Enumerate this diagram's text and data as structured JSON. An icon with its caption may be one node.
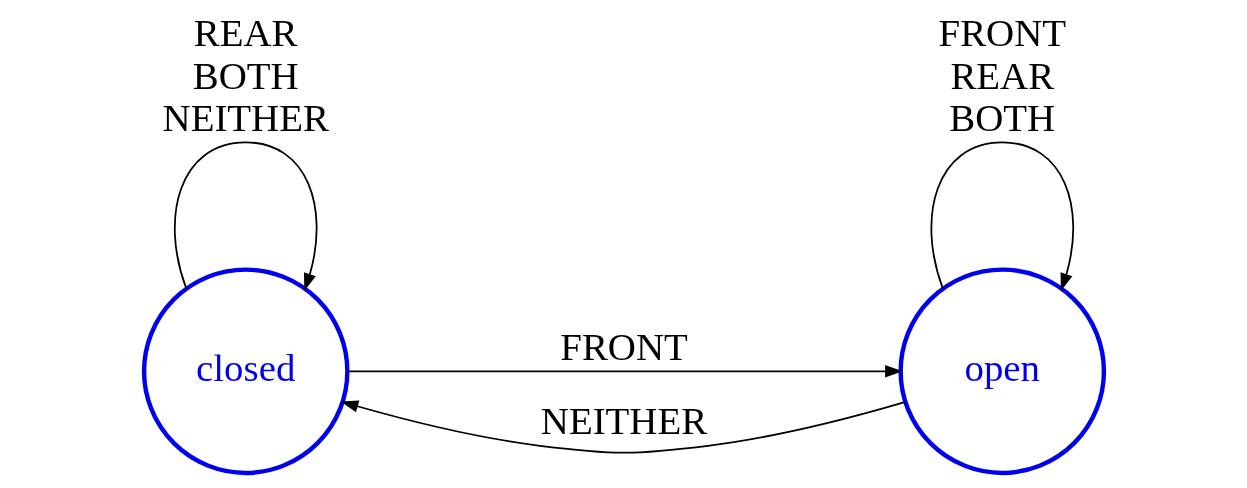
{
  "diagram": {
    "nodes": [
      {
        "text": [
          "closed"
        ]
      },
      {
        "text": [
          "open"
        ]
      }
    ],
    "edges": [
      {
        "from": 0,
        "to": 0,
        "arrow": "to",
        "label": "REAR BOTH NEITHER"
      },
      {
        "from": 0,
        "to": 1,
        "arrow": "to",
        "label": "FRONT"
      },
      {
        "from": 1,
        "to": 1,
        "arrow": "to",
        "label": "FRONT REAR BOTH"
      },
      {
        "from": 1,
        "to": 0,
        "arrow": "to",
        "label": "NEITHER"
      }
    ]
  }
}
